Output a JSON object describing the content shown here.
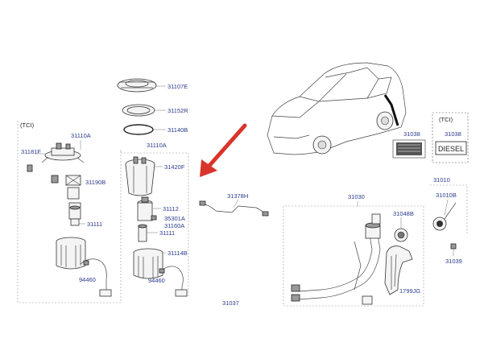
{
  "callouts": {
    "p31107E": "31107E",
    "p31152R": "31152R",
    "p31140B": "31140B",
    "p31110A_tci": "31110A",
    "p31110A": "31110A",
    "p31181F": "31181F",
    "p31420F": "31420F",
    "p31190B": "31190B",
    "p31112": "31112",
    "p31111_tci": "31111",
    "p35301A": "35301A",
    "p31160A": "31160A",
    "p31111": "31111",
    "p31114B": "31114B",
    "p94460_tci": "94460",
    "p94460": "94460",
    "p31378H": "31378H",
    "p31030": "31030",
    "p31048B": "31048B",
    "p31037": "31037",
    "p1799JG": "1799JG",
    "p31038_a": "31038",
    "p31038_b": "31038",
    "p31010": "31010",
    "p31010B": "31010B",
    "p31039": "31039"
  },
  "tags": {
    "tci_left": "(TCI)",
    "tci_right": "(TCI)",
    "diesel_label": "DIESEL"
  },
  "colors": {
    "callout_text": "#2b3a8c",
    "arrow": "#d9342b",
    "line": "#444444"
  }
}
